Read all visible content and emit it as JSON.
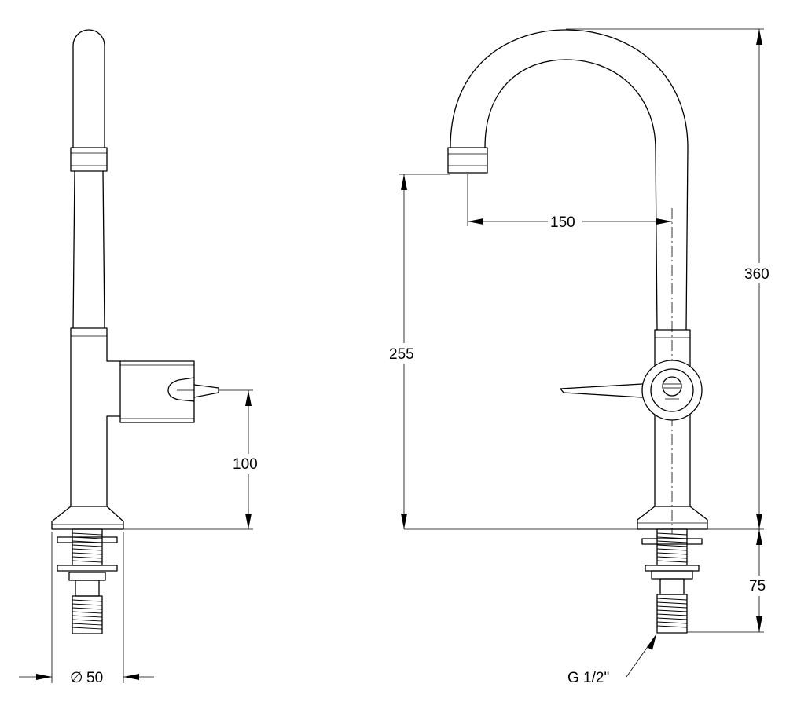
{
  "dimensions": {
    "diameter_symbol": "∅",
    "diameter_value": "50",
    "side_lever_height": "100",
    "spout_height": "255",
    "spout_reach": "150",
    "overall_height": "360",
    "shank_length": "75",
    "thread": "G 1/2\""
  }
}
